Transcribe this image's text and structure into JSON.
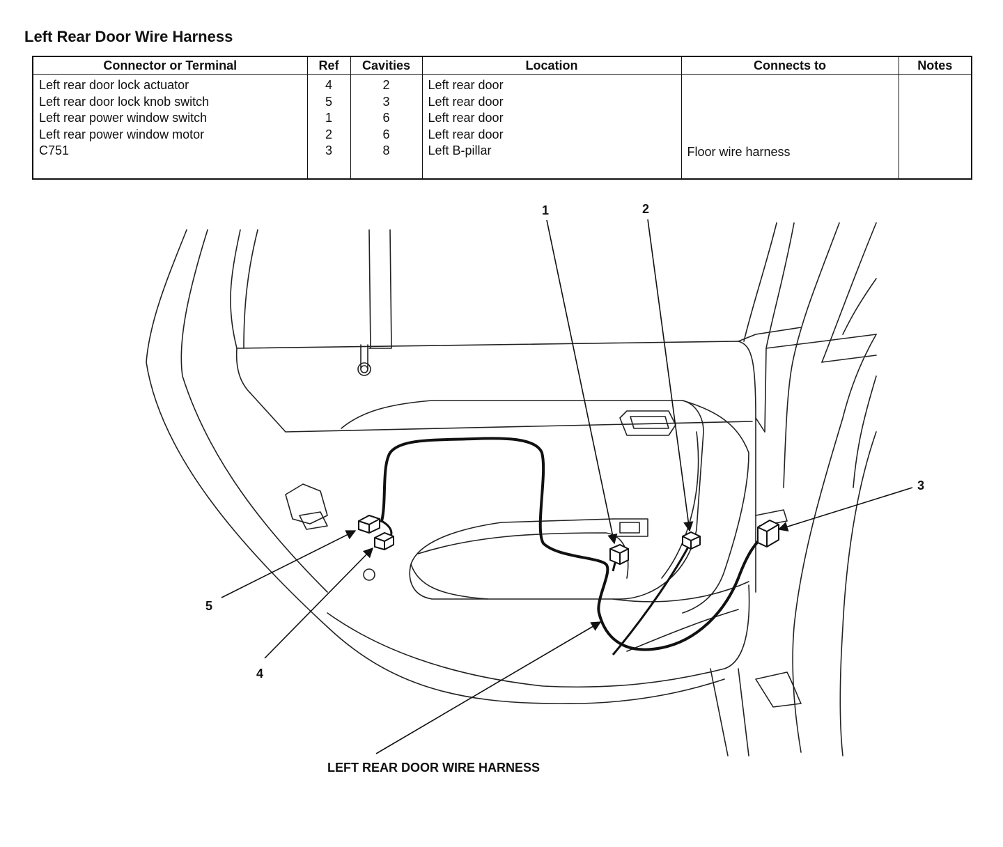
{
  "title": "Left Rear Door Wire Harness",
  "table": {
    "headers": [
      "Connector or Terminal",
      "Ref",
      "Cavities",
      "Location",
      "Connects to",
      "Notes"
    ],
    "connector_lines": [
      "Left rear door lock actuator",
      "Left rear door lock knob switch",
      "Left rear power window switch",
      "Left rear power window motor",
      "C751"
    ],
    "ref_lines": [
      "4",
      "5",
      "1",
      "2",
      "3"
    ],
    "cavities_lines": [
      "2",
      "3",
      "6",
      "6",
      "8"
    ],
    "location_lines": [
      "Left rear door",
      "Left rear door",
      "Left rear door",
      "Left rear door",
      "Left B-pillar"
    ],
    "connects_to": "Floor wire harness",
    "notes": ""
  },
  "diagram": {
    "callouts": {
      "c1": "1",
      "c2": "2",
      "c3": "3",
      "c4": "4",
      "c5": "5"
    },
    "harness_label": "LEFT REAR DOOR WIRE HARNESS"
  }
}
